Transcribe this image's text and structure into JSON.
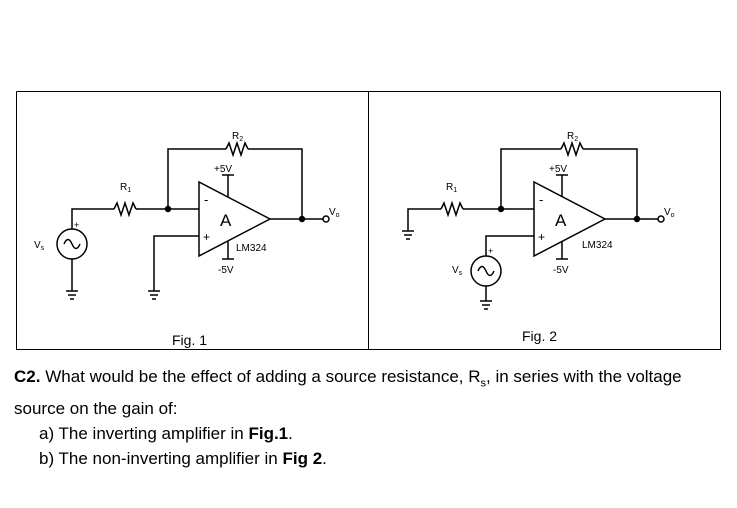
{
  "fig1": {
    "caption": "Fig. 1",
    "r1": "R",
    "r1_sub": "1",
    "r2": "R",
    "r2_sub": "2",
    "vs": "V",
    "vs_sub": "s",
    "vo": "V",
    "vo_sub": "o",
    "plus5": "+5V",
    "minus5": "-5V",
    "opamp": "A",
    "chip": "LM324",
    "inv": "-",
    "noninv": "+",
    "src_plus": "+"
  },
  "fig2": {
    "caption": "Fig. 2",
    "r1": "R",
    "r1_sub": "1",
    "r2": "R",
    "r2_sub": "2",
    "vs": "V",
    "vs_sub": "s",
    "vo": "V",
    "vo_sub": "o",
    "plus5": "+5V",
    "minus5": "-5V",
    "opamp": "A",
    "chip": "LM324",
    "inv": "-",
    "noninv": "+",
    "src_plus": "+"
  },
  "question": {
    "label": "C2.",
    "text1": " What would be the effect of adding a source resistance, R",
    "rs_sub": "s",
    "text2": ", in series with the voltage source on the gain of:",
    "a_prefix": "a)",
    "a_text": " The inverting amplifier in ",
    "a_ref": "Fig.1",
    "a_end": ".",
    "b_prefix": "b)",
    "b_text": " The non-inverting amplifier in ",
    "b_ref": "Fig 2",
    "b_end": "."
  }
}
